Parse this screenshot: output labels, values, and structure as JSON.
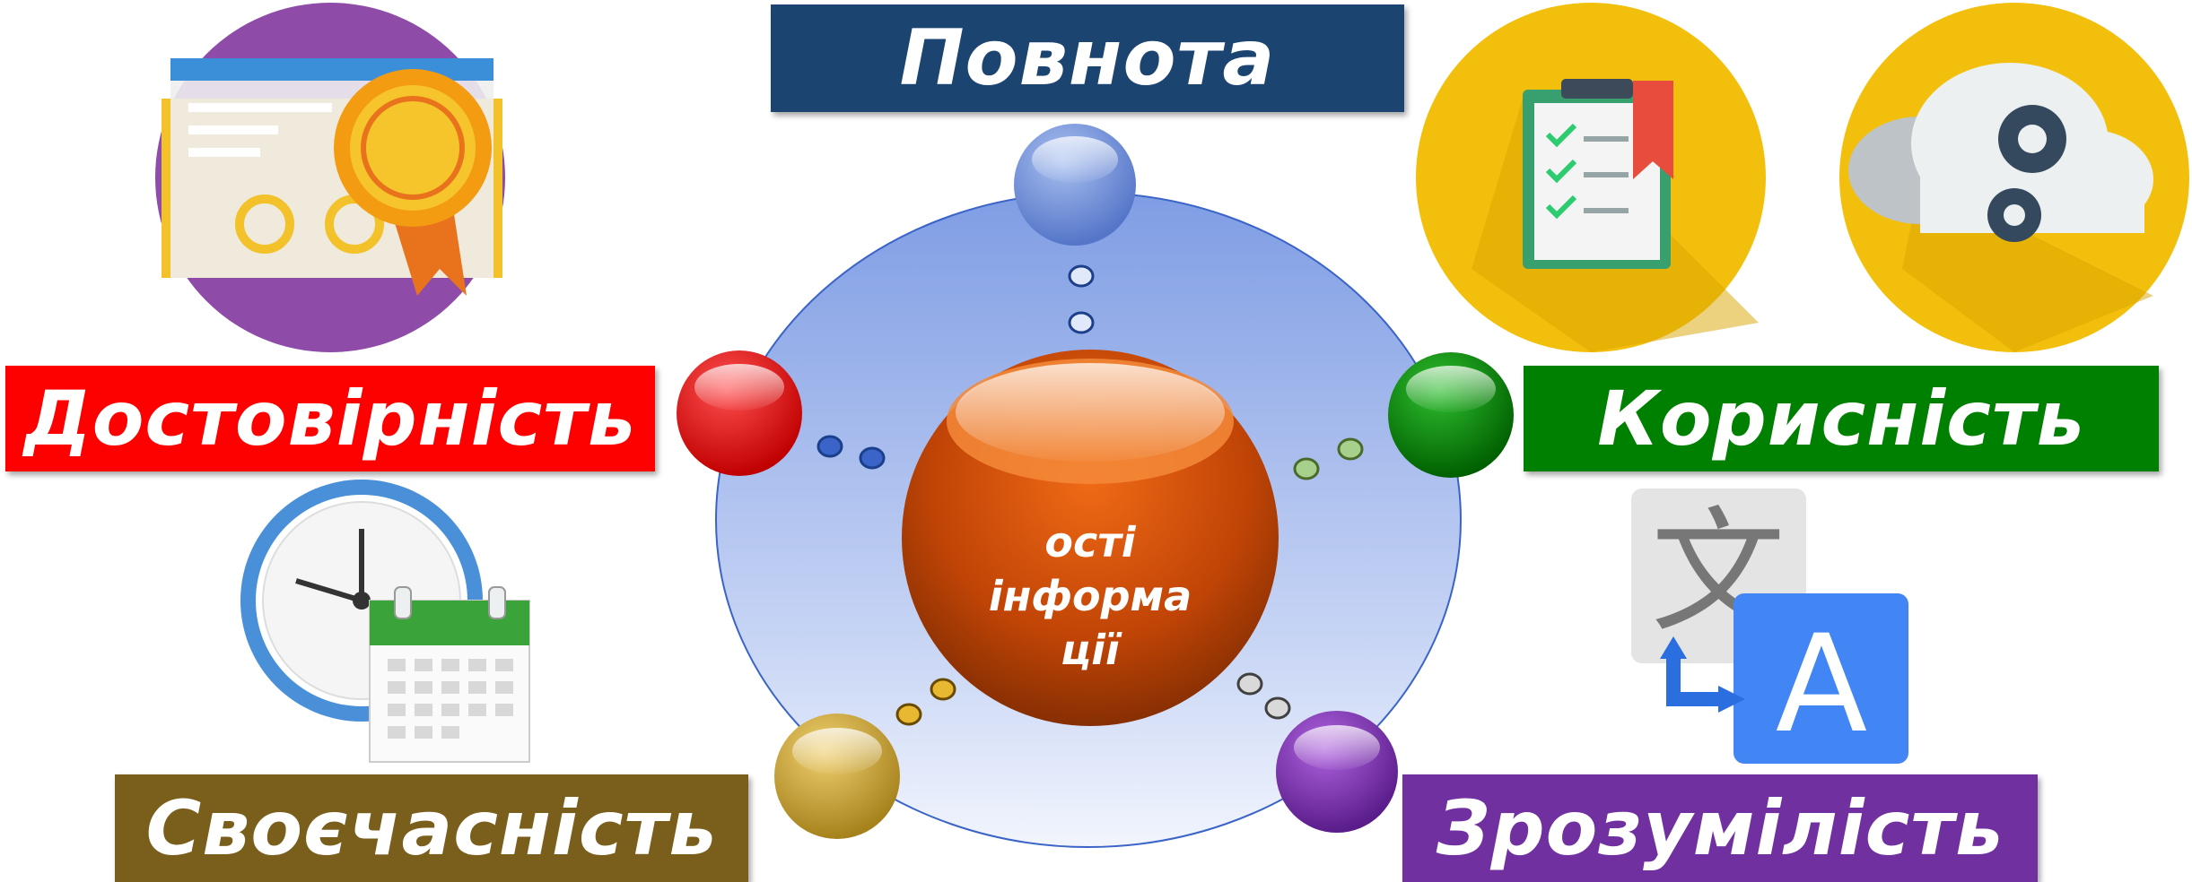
{
  "labels": {
    "top": "Повнота",
    "left": "Достовірність",
    "right": "Корисність",
    "bottom_left": "Своєчасність",
    "bottom_right": "Зрозумілість"
  },
  "center": {
    "line1": "ості",
    "line2": "інформа",
    "line3": "ції"
  },
  "icons": {
    "top_left": "certificate-icon",
    "top_right_1": "clipboard-checklist-icon",
    "top_right_2": "cloud-gears-icon",
    "bottom_left": "clock-calendar-icon",
    "bottom_right": "translate-icon"
  },
  "colors": {
    "top": "#1b4470",
    "left": "#fd0000",
    "right": "#008000",
    "bottom_left": "#7a5f1c",
    "bottom_right": "#7030a0",
    "center": "#c84a06"
  }
}
